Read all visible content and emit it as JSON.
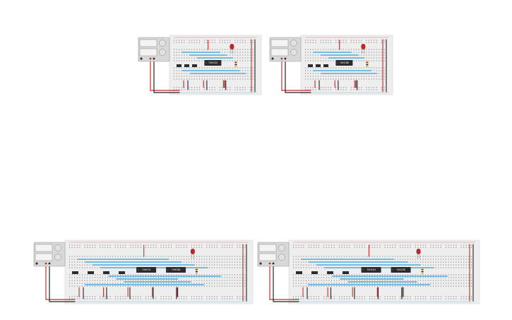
{
  "circuits": [
    {
      "id": "top-left",
      "chips": [
        "74HC00"
      ],
      "led": true
    },
    {
      "id": "top-right",
      "chips": [
        "74HC86"
      ],
      "led": true
    },
    {
      "id": "bottom-left",
      "chips": [
        "74HC32",
        "74HC86"
      ],
      "led": true
    },
    {
      "id": "bottom-right",
      "chips": [
        "74HC04",
        "74HC08"
      ],
      "led": true
    }
  ],
  "colors": {
    "wire_blue": "#2e9fd9",
    "wire_red": "#cc2b2b",
    "wire_black": "#222222",
    "board": "#eeeeee",
    "chip": "#2b2b2b",
    "led": "#b52a2a",
    "supply": "#d8d8d8"
  }
}
